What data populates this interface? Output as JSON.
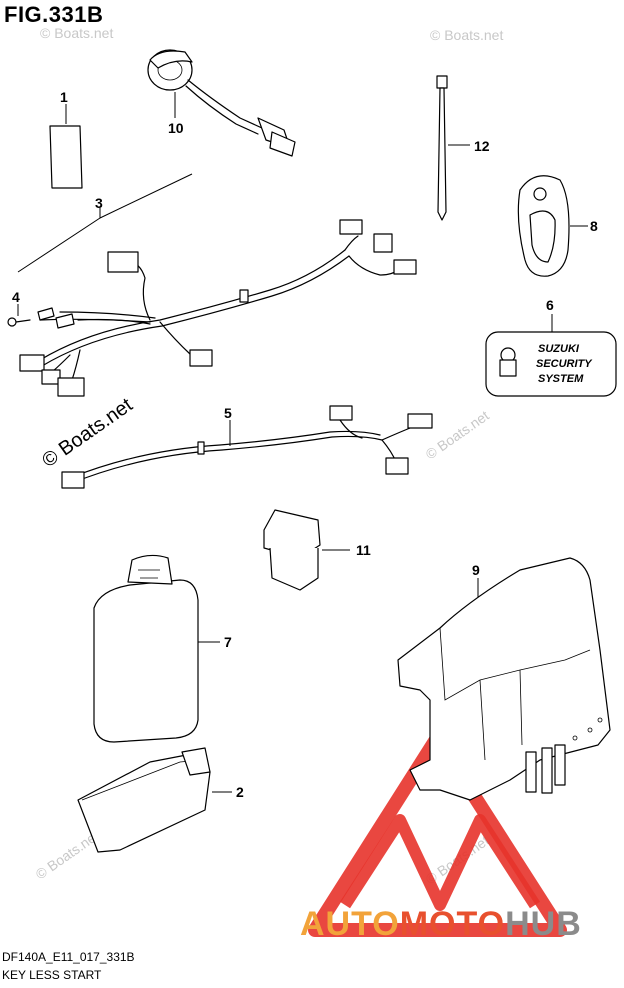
{
  "figure": {
    "title": "FIG.331B",
    "code": "DF140A_E11_017_331B",
    "caption": "KEY LESS START"
  },
  "watermark": "© Boats.net",
  "label_text": {
    "line1": "SUZUKI",
    "line2": "SECURITY",
    "line3": "SYSTEM"
  },
  "callouts": [
    "1",
    "10",
    "3",
    "12",
    "8",
    "4",
    "6",
    "5",
    "11",
    "9",
    "7",
    "2"
  ],
  "brand": {
    "part1": "AUTO",
    "part2": "MOTO",
    "part3": "HUB"
  },
  "colors": {
    "brand_orange": "#f2a33a",
    "brand_red": "#e8502e",
    "brand_gray": "#8b8b8b"
  }
}
